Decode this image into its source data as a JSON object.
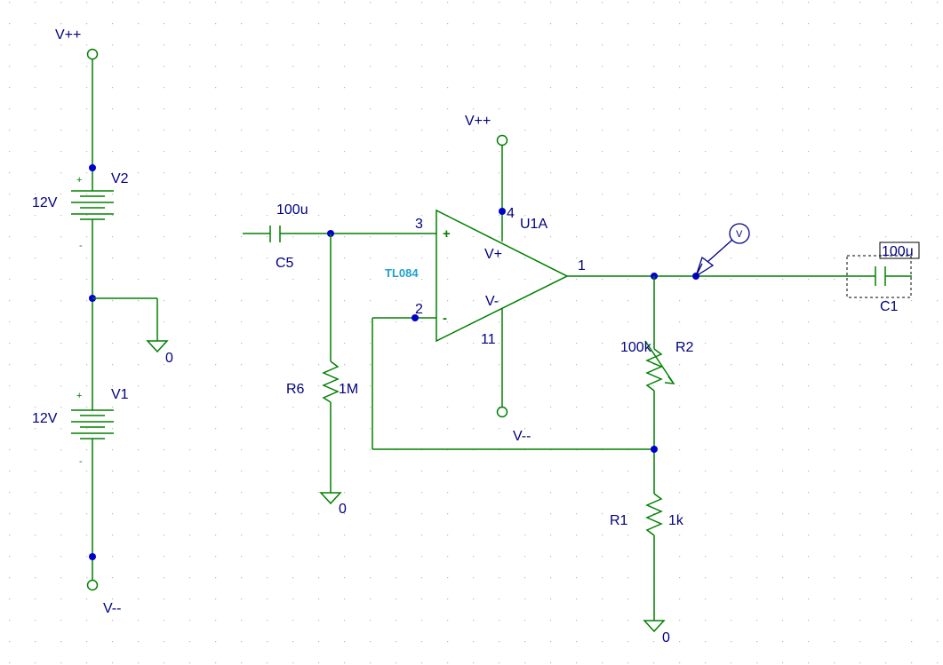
{
  "colors": {
    "wire": "#008000",
    "label": "#000080",
    "junction": "#0000cc",
    "model": "#1ea0d0",
    "grid": "#b8b8b8",
    "probe": "#000080"
  },
  "labels": {
    "v2_top_net": "V++",
    "v1_bottom_net": "V--",
    "opamp_top_net": "V++",
    "opamp_bottom_net": "V--",
    "v2_name": "V2",
    "v2_value": "12V",
    "v1_name": "V1",
    "v1_value": "12V",
    "gnd_supply": "0",
    "gnd_r6": "0",
    "gnd_r1": "0",
    "c5_name": "C5",
    "c5_value": "100u",
    "c1_name": "C1",
    "c1_value": "100u",
    "r6_name": "R6",
    "r6_value": "1M",
    "r2_name": "R2",
    "r2_value": "100k",
    "r1_name": "R1",
    "r1_value": "1k",
    "u1_name": "U1A",
    "u1_model": "TL084",
    "pin3": "3",
    "pin2": "2",
    "pin4": "4",
    "pin11": "11",
    "pin1": "1",
    "vplus_pin": "V+",
    "vminus_pin": "V-",
    "plus_in": "+",
    "minus_in": "-",
    "v2_plus": "+",
    "v2_minus": "-",
    "v1_plus": "+",
    "v1_minus": "-",
    "probe_v": "V"
  }
}
